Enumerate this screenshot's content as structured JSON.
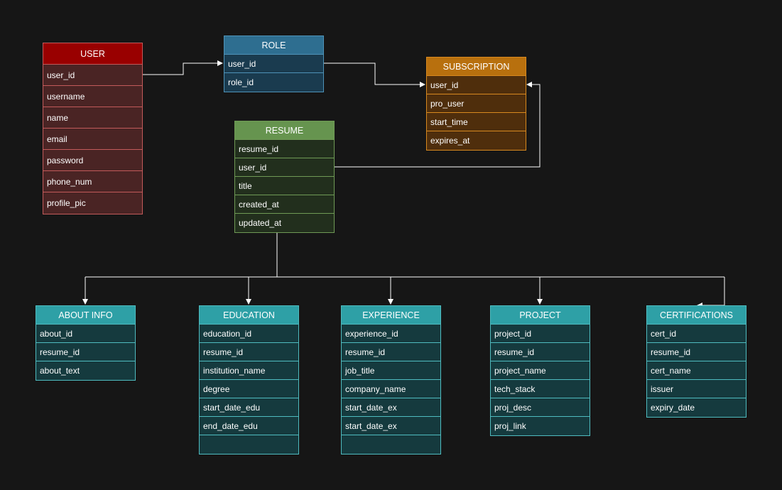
{
  "colors": {
    "background": "#161616",
    "edge": "#ffffff",
    "user": {
      "header": "#990000",
      "body": "#4a2424",
      "border": "#c25a5a"
    },
    "role": {
      "header": "#2e6e90",
      "body": "#1a3b4f",
      "border": "#4f93b8"
    },
    "subscription": {
      "header": "#b8700e",
      "body": "#4f2e0c",
      "border": "#d8891f"
    },
    "resume": {
      "header": "#66944f",
      "body": "#222f1d",
      "border": "#6f9a55"
    },
    "child": {
      "header": "#2ea0a6",
      "body": "#153a3e",
      "border": "#4fbcc0"
    }
  },
  "entities": {
    "user": {
      "title": "USER",
      "fields": [
        "user_id",
        "username",
        "name",
        "email",
        "password",
        "phone_num",
        "profile_pic"
      ]
    },
    "role": {
      "title": "ROLE",
      "fields": [
        "user_id",
        "role_id"
      ]
    },
    "subscription": {
      "title": "SUBSCRIPTION",
      "fields": [
        "user_id",
        "pro_user",
        "start_time",
        "expires_at"
      ]
    },
    "resume": {
      "title": "RESUME",
      "fields": [
        "resume_id",
        "user_id",
        "title",
        "created_at",
        "updated_at"
      ]
    },
    "about_info": {
      "title": "ABOUT INFO",
      "fields": [
        "about_id",
        "resume_id",
        "about_text"
      ]
    },
    "education": {
      "title": "EDUCATION",
      "fields": [
        "education_id",
        "resume_id",
        "institution_name",
        "degree",
        "start_date_edu",
        "end_date_edu",
        ""
      ]
    },
    "experience": {
      "title": "EXPERIENCE",
      "fields": [
        "experience_id",
        "resume_id",
        "job_title",
        "company_name",
        "start_date_ex",
        "start_date_ex",
        ""
      ]
    },
    "project": {
      "title": "PROJECT",
      "fields": [
        "project_id",
        "resume_id",
        "project_name",
        "tech_stack",
        "proj_desc",
        "proj_link"
      ]
    },
    "certifications": {
      "title": "CERTIFICATIONS",
      "fields": [
        "cert_id",
        "resume_id",
        "cert_name",
        "issuer",
        "expiry_date"
      ]
    }
  }
}
